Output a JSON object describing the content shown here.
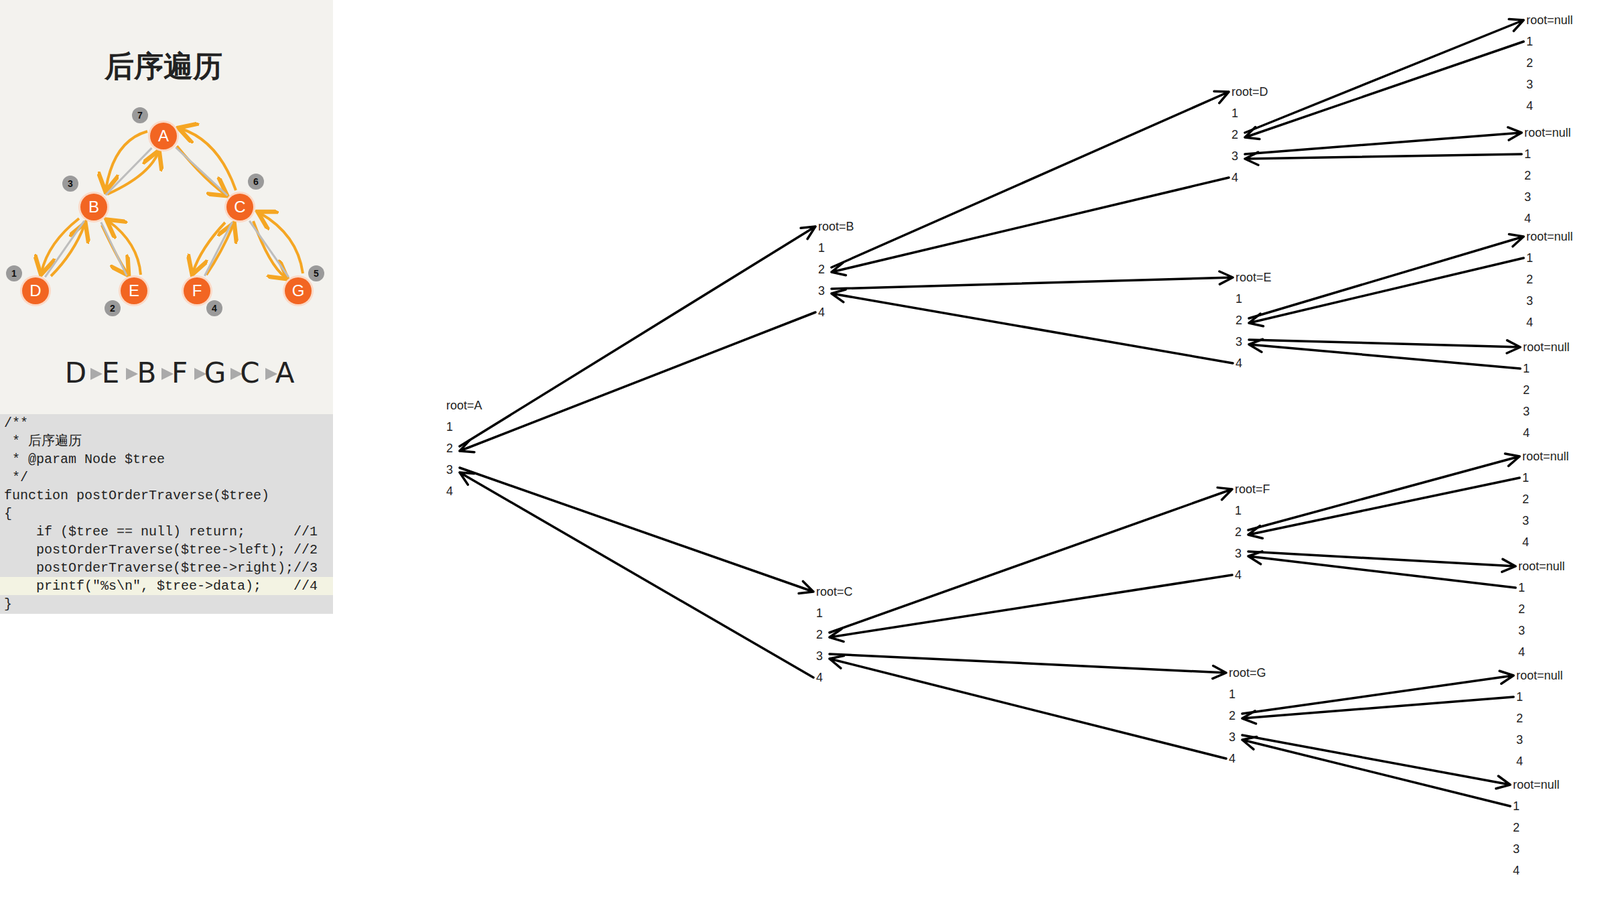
{
  "diagram": {
    "nodes": [
      {
        "text": [
          "A"
        ]
      },
      {
        "text": [
          "B"
        ]
      },
      {
        "text": [
          "C"
        ]
      },
      {
        "text": [
          "D"
        ]
      },
      {
        "text": [
          "E"
        ]
      },
      {
        "text": [
          "F"
        ]
      },
      {
        "text": [
          "G"
        ]
      },
      {
        "text": [
          "root=A",
          "1",
          "2",
          "3",
          "4"
        ]
      },
      {
        "text": [
          "root=B",
          "1",
          "2",
          "3",
          "4"
        ]
      },
      {
        "text": [
          "root=C",
          "1",
          "2",
          "3",
          "4"
        ]
      },
      {
        "text": [
          "root=D",
          "1",
          "2",
          "3",
          "4"
        ]
      },
      {
        "text": [
          "root=E",
          "1",
          "2",
          "3",
          "4"
        ]
      },
      {
        "text": [
          "root=F",
          "1",
          "2",
          "3",
          "4"
        ]
      },
      {
        "text": [
          "root=G",
          "1",
          "2",
          "3",
          "4"
        ]
      },
      {
        "text": [
          "root=null",
          "1",
          "2",
          "3",
          "4"
        ]
      },
      {
        "text": [
          "root=null",
          "1",
          "2",
          "3",
          "4"
        ]
      },
      {
        "text": [
          "root=null",
          "1",
          "2",
          "3",
          "4"
        ]
      },
      {
        "text": [
          "root=null",
          "1",
          "2",
          "3",
          "4"
        ]
      },
      {
        "text": [
          "root=null",
          "1",
          "2",
          "3",
          "4"
        ]
      },
      {
        "text": [
          "root=null",
          "1",
          "2",
          "3",
          "4"
        ]
      },
      {
        "text": [
          "root=null",
          "1",
          "2",
          "3",
          "4"
        ]
      },
      {
        "text": [
          "root=null",
          "1",
          "2",
          "3",
          "4"
        ]
      }
    ],
    "edges": [
      {
        "from": 0,
        "to": 1,
        "arrow": "none"
      },
      {
        "from": 0,
        "to": 2,
        "arrow": "none"
      },
      {
        "from": 1,
        "to": 3,
        "arrow": "none"
      },
      {
        "from": 1,
        "to": 4,
        "arrow": "none"
      },
      {
        "from": 2,
        "to": 5,
        "arrow": "none"
      },
      {
        "from": 2,
        "to": 6,
        "arrow": "none"
      },
      {
        "from": 7,
        "to": 8,
        "arrow": "to"
      },
      {
        "from": 8,
        "to": 7,
        "arrow": "to"
      },
      {
        "from": 7,
        "to": 9,
        "arrow": "to"
      },
      {
        "from": 9,
        "to": 7,
        "arrow": "to"
      },
      {
        "from": 8,
        "to": 10,
        "arrow": "to"
      },
      {
        "from": 10,
        "to": 8,
        "arrow": "to"
      },
      {
        "from": 8,
        "to": 11,
        "arrow": "to"
      },
      {
        "from": 11,
        "to": 8,
        "arrow": "to"
      },
      {
        "from": 9,
        "to": 12,
        "arrow": "to"
      },
      {
        "from": 12,
        "to": 9,
        "arrow": "to"
      },
      {
        "from": 9,
        "to": 13,
        "arrow": "to"
      },
      {
        "from": 13,
        "to": 9,
        "arrow": "to"
      },
      {
        "from": 10,
        "to": 14,
        "arrow": "to"
      },
      {
        "from": 14,
        "to": 10,
        "arrow": "to"
      },
      {
        "from": 10,
        "to": 15,
        "arrow": "to"
      },
      {
        "from": 15,
        "to": 10,
        "arrow": "to"
      },
      {
        "from": 11,
        "to": 16,
        "arrow": "to"
      },
      {
        "from": 16,
        "to": 11,
        "arrow": "to"
      },
      {
        "from": 11,
        "to": 17,
        "arrow": "to"
      },
      {
        "from": 17,
        "to": 11,
        "arrow": "to"
      },
      {
        "from": 12,
        "to": 18,
        "arrow": "to"
      },
      {
        "from": 18,
        "to": 12,
        "arrow": "to"
      },
      {
        "from": 12,
        "to": 19,
        "arrow": "to"
      },
      {
        "from": 19,
        "to": 12,
        "arrow": "to"
      },
      {
        "from": 13,
        "to": 20,
        "arrow": "to"
      },
      {
        "from": 20,
        "to": 13,
        "arrow": "to"
      },
      {
        "from": 13,
        "to": 21,
        "arrow": "to"
      },
      {
        "from": 21,
        "to": 13,
        "arrow": "to"
      }
    ],
    "labels": [
      "后序遍历",
      "7",
      "3",
      "6",
      "1",
      "2",
      "4",
      "5",
      "D",
      "E",
      "B",
      "F",
      "G",
      "C",
      "A",
      "/**",
      "* 后序遍历",
      "* @param Node $tree",
      "*/",
      "function postOrderTraverse($tree)",
      "{",
      "if ($tree == null) return;      //1",
      "postOrderTraverse($tree->left); //2",
      "postOrderTraverse($tree->right);//3",
      "printf(\"%s\\n\", $tree->data);    //4",
      "}"
    ]
  }
}
